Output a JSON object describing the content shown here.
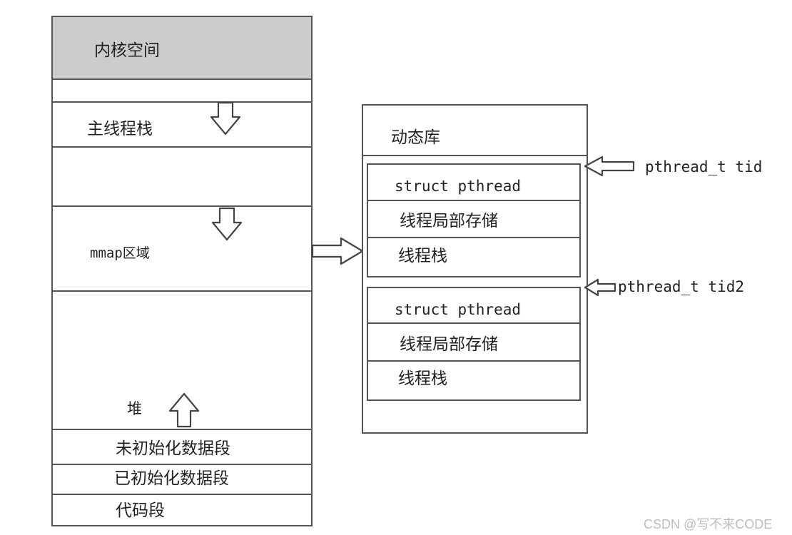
{
  "memory_layout": {
    "kernel_space": "内核空间",
    "main_thread_stack": "主线程栈",
    "mmap_region": "mmap区域",
    "heap": "堆",
    "bss_segment": "未初始化数据段",
    "data_segment": "已初始化数据段",
    "code_segment": "代码段"
  },
  "dynamic_library": {
    "title": "动态库",
    "threads": [
      {
        "pointer_label": "pthread_t tid",
        "struct_label": "struct pthread",
        "tls_label": "线程局部存储",
        "stack_label": "线程栈"
      },
      {
        "pointer_label": "pthread_t tid2",
        "struct_label": "struct pthread",
        "tls_label": "线程局部存储",
        "stack_label": "线程栈"
      }
    ]
  },
  "watermark": "CSDN @写不来CODE",
  "colors": {
    "kernel_fill": "#cccccc",
    "line": "#555555",
    "text": "#222222"
  }
}
